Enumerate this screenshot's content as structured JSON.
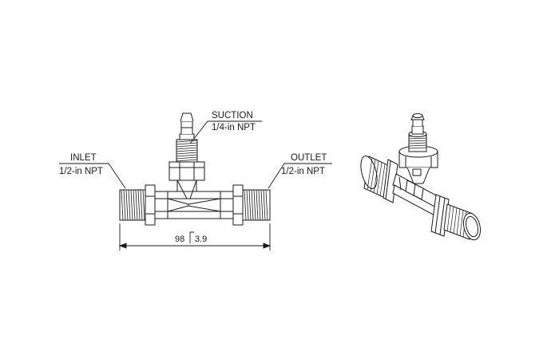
{
  "callouts": {
    "suction": {
      "name": "SUCTION",
      "spec": "1/4-in NPT"
    },
    "inlet": {
      "name": "INLET",
      "spec": "1/2-in NPT"
    },
    "outlet": {
      "name": "OUTLET",
      "spec": "1/2-in NPT"
    }
  },
  "dimension": {
    "mm": "98",
    "inch": "3.9"
  },
  "colors": {
    "line": "#1a1a1a",
    "background": "#ffffff"
  }
}
